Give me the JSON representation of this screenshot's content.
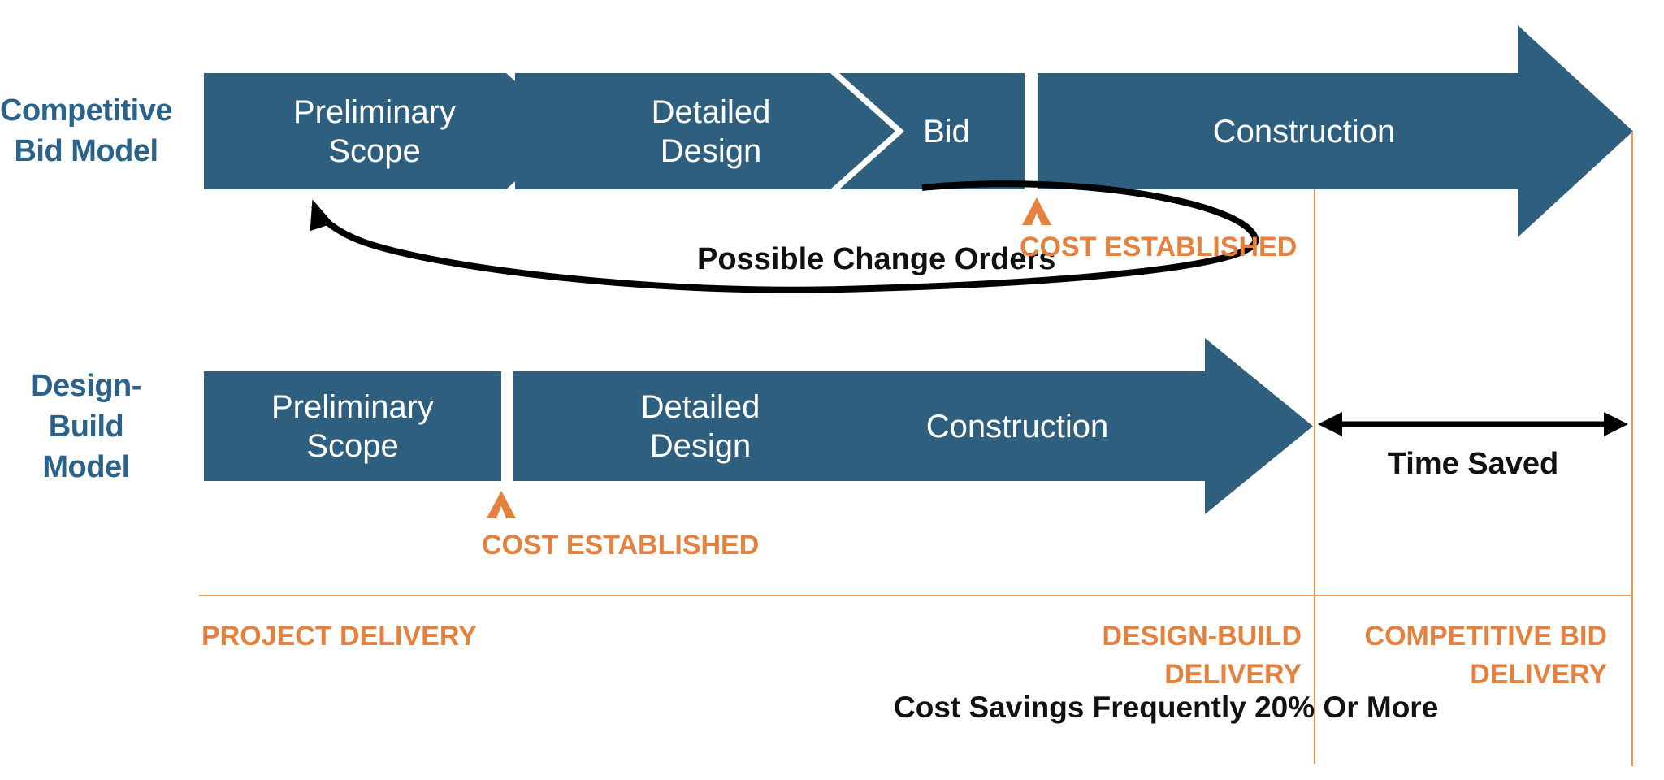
{
  "title": "Competitive Bid vs Design-Build project delivery comparison diagram",
  "colors": {
    "shape_teal": "#2E5F7E",
    "label_teal": "#2B628A",
    "accent_orange": "#E5813E",
    "thin_line_orange": "#ED9752",
    "annotation_black": "#111111"
  },
  "rows": {
    "competitive": {
      "label_line1": "Competitive",
      "label_line2": "Bid Model",
      "stages": [
        {
          "l1": "Preliminary",
          "l2": "Scope"
        },
        {
          "l1": "Detailed",
          "l2": "Design"
        },
        {
          "l1": "Bid"
        },
        {
          "l1": "Construction"
        }
      ]
    },
    "design_build": {
      "label_line1": "Design-Build",
      "label_line2": "Model",
      "stages": [
        {
          "l1": "Preliminary",
          "l2": "Scope"
        },
        {
          "l1": "Detailed",
          "l2": "Design"
        },
        {
          "l1": "Construction"
        }
      ]
    }
  },
  "annotations": {
    "possible_change_orders": "Possible Change Orders",
    "cost_established_top": "COST ESTABLISHED",
    "cost_established_bottom": "COST ESTABLISHED",
    "time_saved": "Time Saved"
  },
  "footer": {
    "project_delivery": "PROJECT DELIVERY",
    "design_build_delivery_line1": "DESIGN-BUILD",
    "design_build_delivery_line2": "DELIVERY",
    "competitive_bid_delivery_line1": "COMPETITIVE BID",
    "competitive_bid_delivery_line2": "DELIVERY",
    "cost_savings": "Cost Savings Frequently 20% Or More"
  }
}
